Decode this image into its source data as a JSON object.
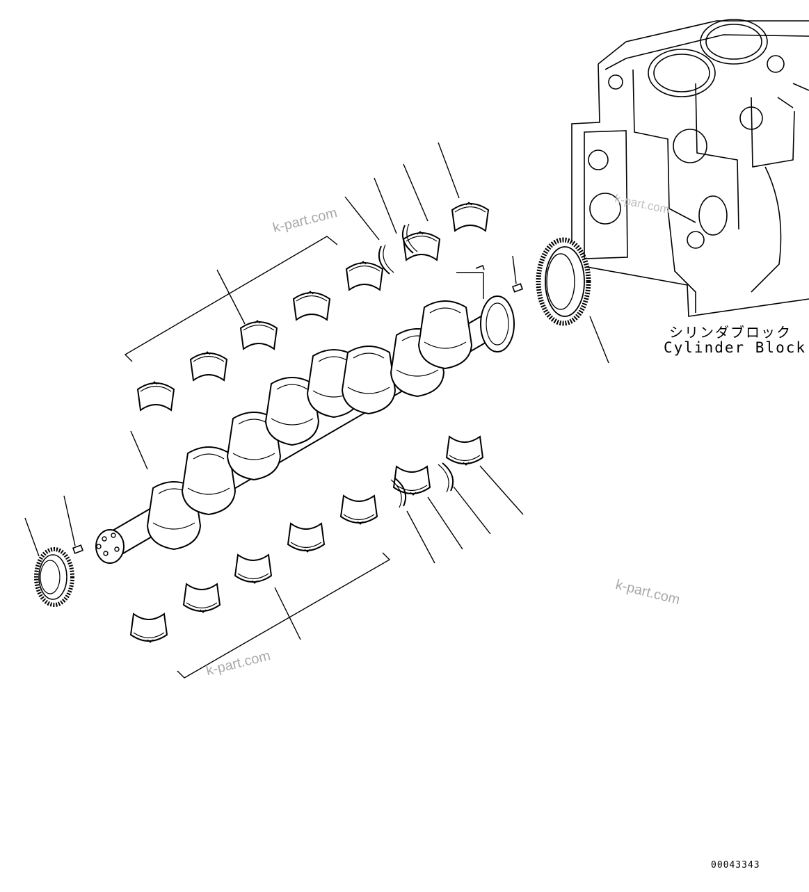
{
  "labels": {
    "cylinder_block_jp": "シリンダブロック",
    "cylinder_block_en": "Cylinder Block",
    "figure_number": "00043343"
  },
  "watermarks": [
    "k-part.com",
    "k-part.com",
    "k-part.com",
    "k-part.com"
  ]
}
